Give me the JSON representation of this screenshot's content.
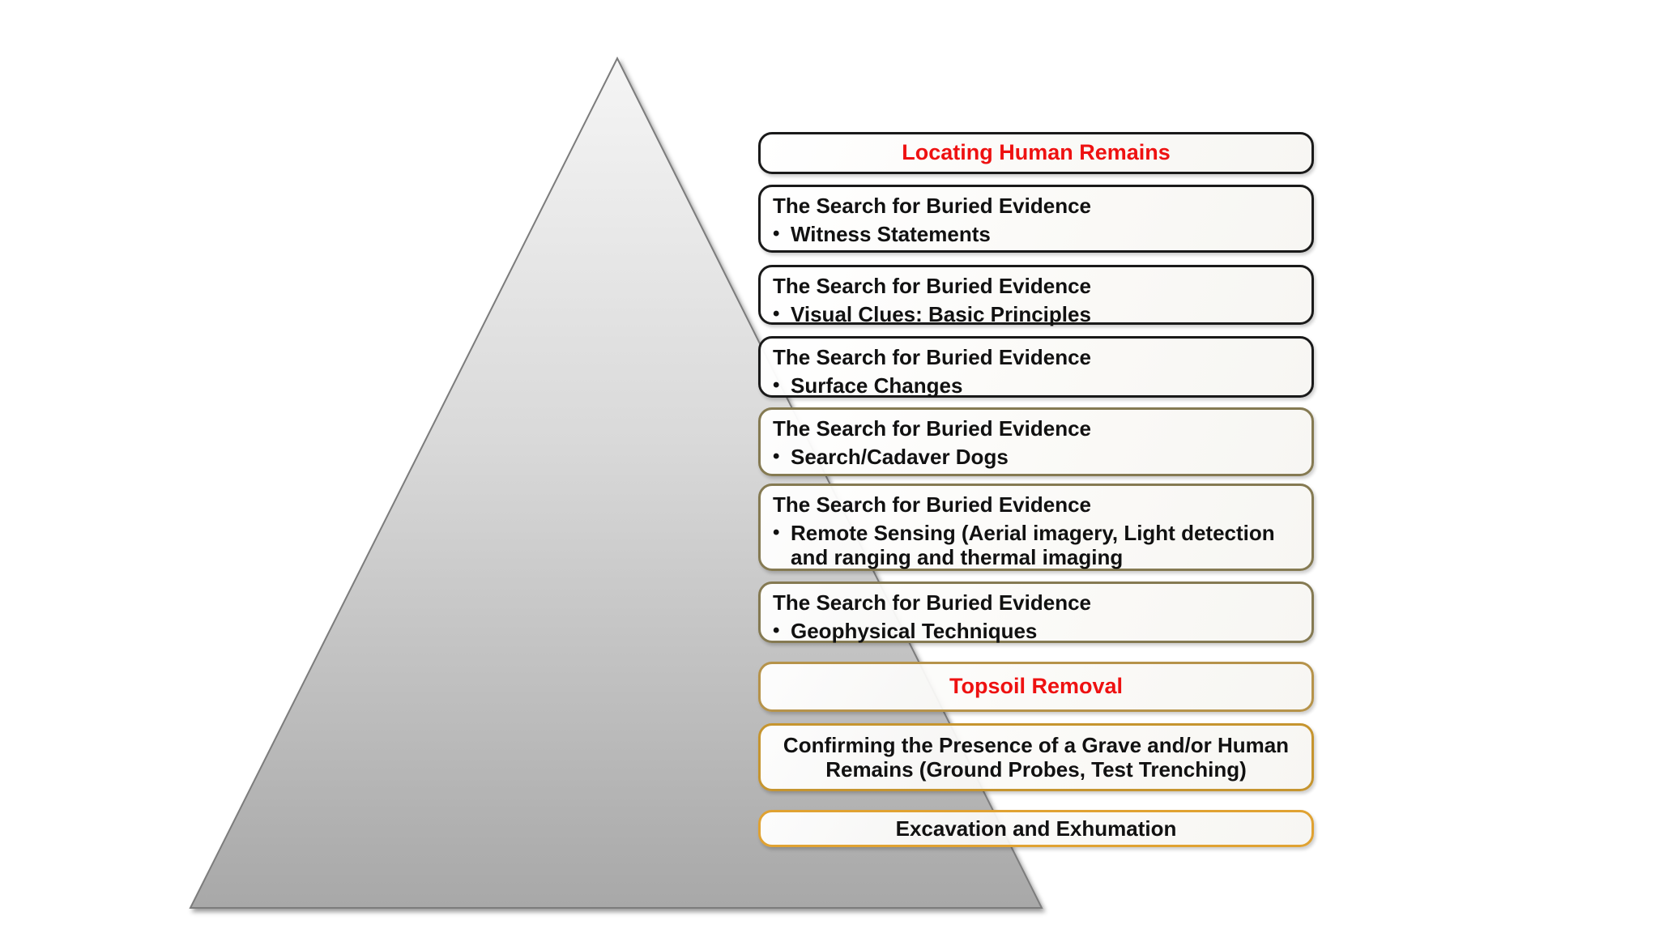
{
  "diagram": {
    "bullet_glyph": "•",
    "accent_red": "#ee1111",
    "pyramid": {
      "fill_top": "#f3f3f3",
      "fill_bottom": "#a8a8a8",
      "stroke": "#7c7c7c"
    }
  },
  "boxes": [
    {
      "id": "locating-human-remains",
      "style": "title",
      "border_color": "#1a1a1a",
      "text": "Locating Human Remains",
      "text_color": "#ee1111"
    },
    {
      "id": "witness-statements",
      "style": "heading-bullet",
      "border_color": "#1a1a1a",
      "heading": "The Search for Buried Evidence",
      "bullet": "Witness Statements"
    },
    {
      "id": "visual-clues",
      "style": "heading-bullet",
      "border_color": "#1a1a1a",
      "heading": "The Search for Buried Evidence",
      "bullet": "Visual Clues: Basic Principles"
    },
    {
      "id": "surface-changes",
      "style": "heading-bullet",
      "border_color": "#1a1a1a",
      "heading": "The Search for Buried Evidence",
      "bullet": "Surface Changes"
    },
    {
      "id": "search-cadaver-dogs",
      "style": "heading-bullet",
      "border_color": "#857a52",
      "heading": "The Search for Buried Evidence",
      "bullet": "Search/Cadaver Dogs"
    },
    {
      "id": "remote-sensing",
      "style": "heading-bullet",
      "border_color": "#857a52",
      "heading": "The Search for Buried Evidence",
      "bullet": "Remote Sensing (Aerial imagery, Light detection and ranging and thermal imaging"
    },
    {
      "id": "geophysical-techniques",
      "style": "heading-bullet",
      "border_color": "#857a52",
      "heading": "The Search for Buried Evidence",
      "bullet": "Geophysical Techniques"
    },
    {
      "id": "topsoil-removal",
      "style": "title",
      "border_color": "#b6934a",
      "text": "Topsoil Removal",
      "text_color": "#ee1111"
    },
    {
      "id": "confirming-grave-human-remains",
      "style": "title",
      "border_color": "#c6952f",
      "text": "Confirming the Presence of a Grave and/or Human Remains (Ground Probes, Test Trenching)",
      "text_color": "#111111"
    },
    {
      "id": "excavation-exhumation",
      "style": "title",
      "border_color": "#e0a232",
      "text": "Excavation and Exhumation",
      "text_color": "#111111"
    }
  ]
}
